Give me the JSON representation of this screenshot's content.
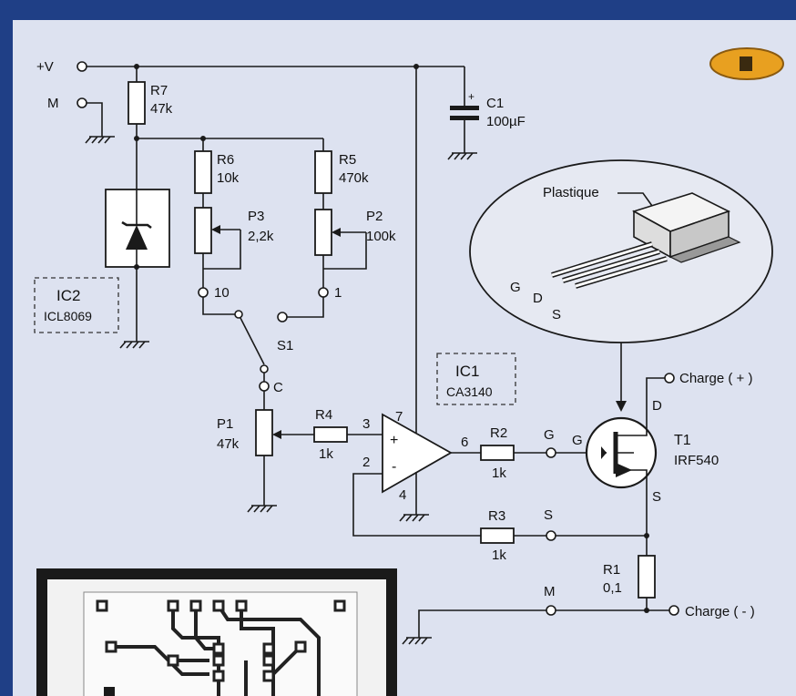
{
  "supply": {
    "plus": "+V",
    "ground": "M"
  },
  "components": {
    "r7": {
      "name": "R7",
      "value": "47k"
    },
    "r6": {
      "name": "R6",
      "value": "10k"
    },
    "r5": {
      "name": "R5",
      "value": "470k"
    },
    "p3": {
      "name": "P3",
      "value": "2,2k"
    },
    "p2": {
      "name": "P2",
      "value": "100k"
    },
    "c1": {
      "name": "C1",
      "value": "100µF",
      "polarity": "+"
    },
    "ic2": {
      "name": "IC2",
      "part": "ICL8069"
    },
    "ic1": {
      "name": "IC1",
      "part": "CA3140"
    },
    "s1": {
      "name": "S1",
      "pos_10": "10",
      "pos_1": "1",
      "common": "C"
    },
    "p1": {
      "name": "P1",
      "value": "47k"
    },
    "r4": {
      "name": "R4",
      "value": "1k"
    },
    "r2": {
      "name": "R2",
      "value": "1k"
    },
    "r3": {
      "name": "R3",
      "value": "1k"
    },
    "r1": {
      "name": "R1",
      "value": "0,1"
    },
    "t1": {
      "name": "T1",
      "part": "IRF540"
    }
  },
  "opamp": {
    "pin3": "3",
    "pin2": "2",
    "pin7": "7",
    "pin4": "4",
    "pin6": "6",
    "plus": "+",
    "minus": "-"
  },
  "nodes": {
    "g": "G",
    "s": "S",
    "m": "M",
    "d": "D"
  },
  "outputs": {
    "charge_plus": "Charge ( + )",
    "charge_minus": "Charge ( - )"
  },
  "package": {
    "material": "Plastique",
    "pin_g": "G",
    "pin_d": "D",
    "pin_s": "S"
  },
  "colors": {
    "paper": "#dde2f0",
    "border": "#1f3f86",
    "ink": "#1a1a1a",
    "badge": "#e8a020"
  }
}
